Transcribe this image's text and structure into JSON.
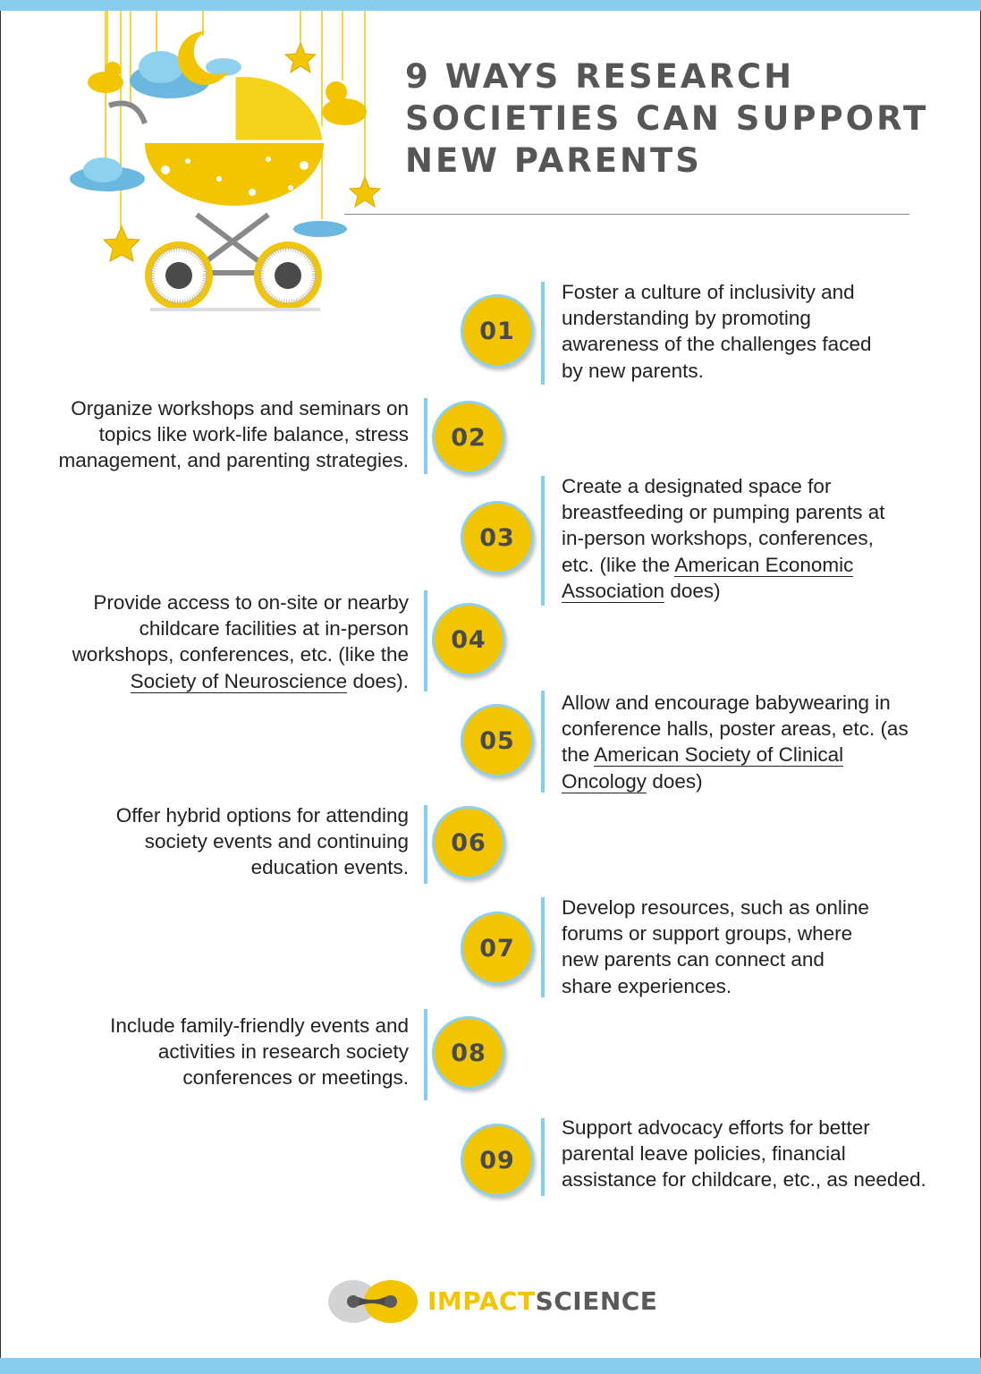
{
  "title": {
    "lines": [
      "9 WAYS RESEARCH",
      "SOCIETIES CAN SUPPORT",
      "NEW PARENTS"
    ]
  },
  "colors": {
    "accent_yellow": "#f2c500",
    "accent_blue": "#86cdf0",
    "number_gray": "#4a4a4a"
  },
  "items": [
    {
      "number": "01",
      "side": "right",
      "lines": [
        [
          {
            "t": "Foster a culture of inclusivity and"
          }
        ],
        [
          {
            "t": "understanding by promoting"
          }
        ],
        [
          {
            "t": "awareness of the challenges faced"
          }
        ],
        [
          {
            "t": "by new parents."
          }
        ]
      ]
    },
    {
      "number": "02",
      "side": "left",
      "lines": [
        [
          {
            "t": "Organize workshops and seminars on"
          }
        ],
        [
          {
            "t": "topics like work-life balance, stress"
          }
        ],
        [
          {
            "t": "management, and parenting strategies."
          }
        ]
      ]
    },
    {
      "number": "03",
      "side": "right",
      "lines": [
        [
          {
            "t": "Create a designated space for"
          }
        ],
        [
          {
            "t": "breastfeeding or pumping parents at"
          }
        ],
        [
          {
            "t": "in-person workshops, conferences,"
          }
        ],
        [
          {
            "t": "etc. (like the "
          },
          {
            "t": "American Economic",
            "link": true
          }
        ],
        [
          {
            "t": "Association",
            "link": true
          },
          {
            "t": " does)"
          }
        ]
      ]
    },
    {
      "number": "04",
      "side": "left",
      "lines": [
        [
          {
            "t": "Provide access to on-site or nearby"
          }
        ],
        [
          {
            "t": "childcare facilities at in-person"
          }
        ],
        [
          {
            "t": "workshops, conferences, etc. (like the"
          }
        ],
        [
          {
            "t": "Society of Neuroscience",
            "link": true
          },
          {
            "t": " does)."
          }
        ]
      ]
    },
    {
      "number": "05",
      "side": "right",
      "lines": [
        [
          {
            "t": "Allow and encourage babywearing in"
          }
        ],
        [
          {
            "t": "conference halls, poster areas, etc. (as"
          }
        ],
        [
          {
            "t": "the "
          },
          {
            "t": "American Society of Clinical",
            "link": true
          }
        ],
        [
          {
            "t": "Oncology",
            "link": true
          },
          {
            "t": " does)"
          }
        ]
      ]
    },
    {
      "number": "06",
      "side": "left",
      "lines": [
        [
          {
            "t": "Offer hybrid options for attending"
          }
        ],
        [
          {
            "t": "society events and continuing"
          }
        ],
        [
          {
            "t": "education events."
          }
        ]
      ]
    },
    {
      "number": "07",
      "side": "right",
      "lines": [
        [
          {
            "t": "Develop resources, such as online"
          }
        ],
        [
          {
            "t": "forums or support groups, where"
          }
        ],
        [
          {
            "t": "new parents can connect and"
          }
        ],
        [
          {
            "t": "share experiences."
          }
        ]
      ]
    },
    {
      "number": "08",
      "side": "left",
      "lines": [
        [
          {
            "t": "Include family-friendly events and"
          }
        ],
        [
          {
            "t": "activities in research society"
          }
        ],
        [
          {
            "t": "conferences or meetings."
          }
        ]
      ]
    },
    {
      "number": "09",
      "side": "right",
      "lines": [
        [
          {
            "t": "Support advocacy efforts for better"
          }
        ],
        [
          {
            "t": "parental leave policies, financial"
          }
        ],
        [
          {
            "t": "assistance for childcare, etc., as needed."
          }
        ]
      ]
    }
  ],
  "footer": {
    "brand_part1": "IMPACT",
    "brand_part2": "SCIENCE"
  }
}
